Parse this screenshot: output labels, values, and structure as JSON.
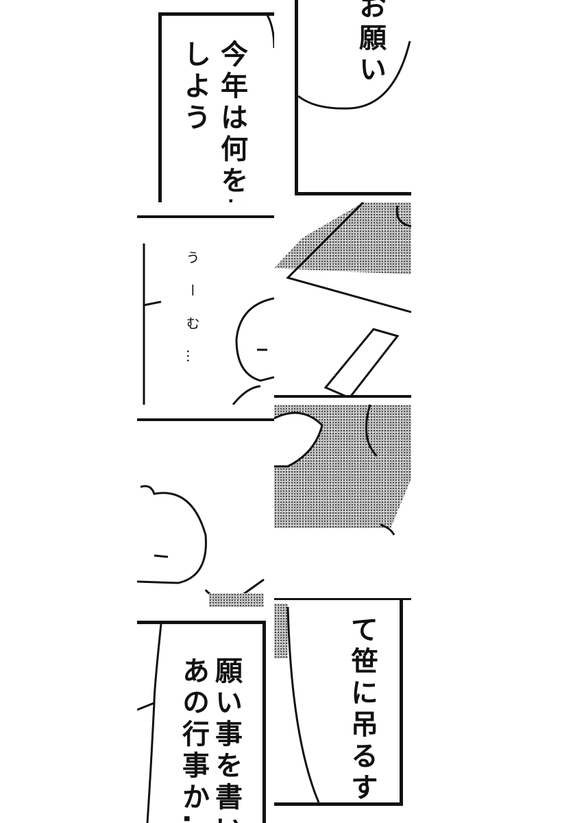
{
  "panels": {
    "top_left": {
      "line1": "今年は何をお",
      "line2": "しよう"
    },
    "top_right": {
      "text": "お願い"
    },
    "mid_left": {
      "text": "うーむ…"
    },
    "bottom_left": {
      "line1": "願い事を書い",
      "line2": "あの行事か…"
    },
    "bottom_right": {
      "text": "て笹に吊るす"
    }
  }
}
